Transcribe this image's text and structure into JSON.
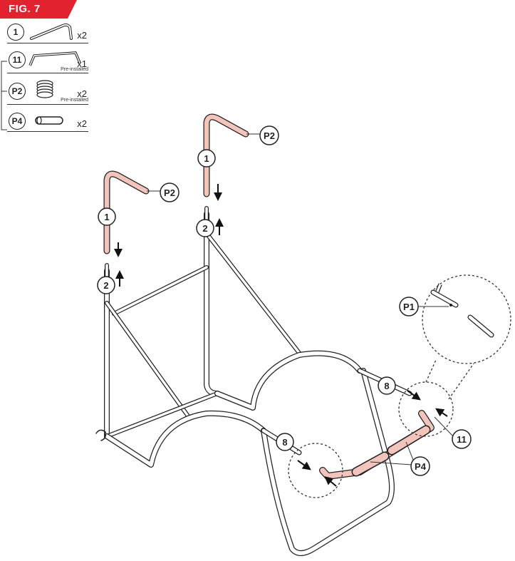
{
  "figure": {
    "label": "FIG. 7"
  },
  "parts_list": [
    {
      "id": "1",
      "qty": "x2",
      "note": ""
    },
    {
      "id": "11",
      "qty": "x1",
      "note": "Pre-installed"
    },
    {
      "id": "P2",
      "qty": "x2",
      "note": "Pre-installed"
    },
    {
      "id": "P4",
      "qty": "x2",
      "note": ""
    }
  ],
  "callouts": {
    "part1_left": "1",
    "part1_right": "1",
    "p2_left": "P2",
    "p2_right": "P2",
    "part2_left": "2",
    "part2_right": "2",
    "part8_left": "8",
    "part8_right": "8",
    "p1_detail": "P1",
    "part11": "11",
    "p4": "P4"
  },
  "colors": {
    "accent": "#e3222f",
    "highlight_tube": "#f2c4bc",
    "line": "#222222"
  }
}
